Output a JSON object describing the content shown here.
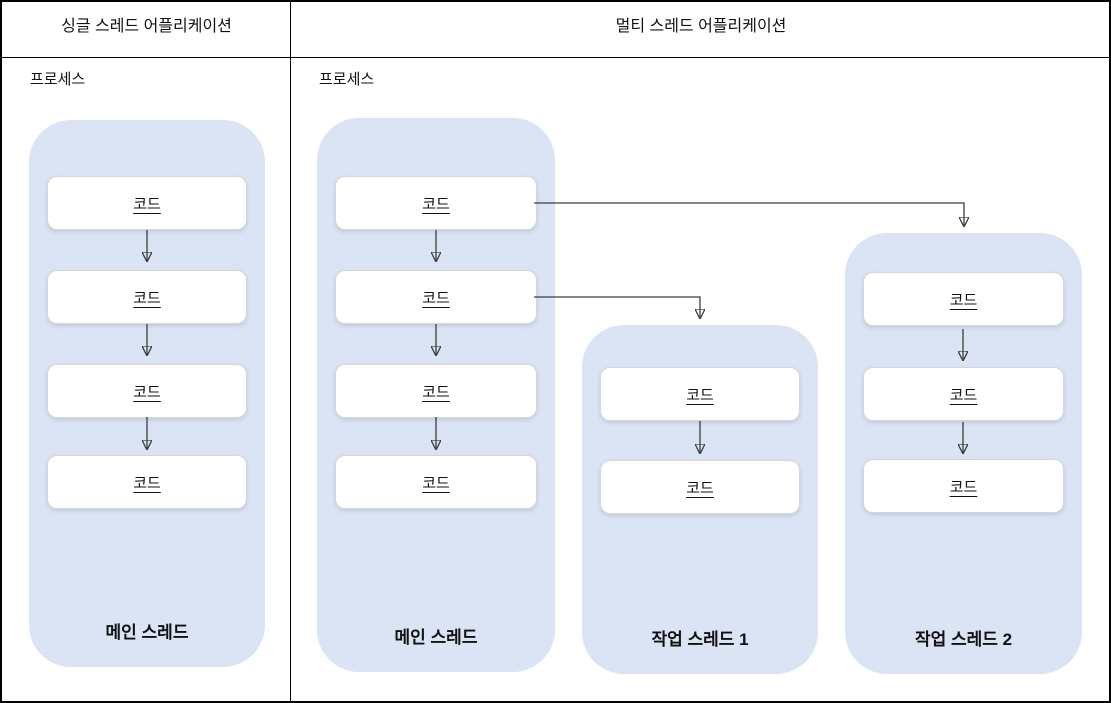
{
  "header": {
    "left_title": "싱글 스레드 어플리케이션",
    "right_title": "멀티 스레드 어플리케이션"
  },
  "left_panel": {
    "process_label": "프로세스",
    "threads": [
      {
        "label": "메인 스레드",
        "boxes": [
          "코드",
          "코드",
          "코드",
          "코드"
        ]
      }
    ]
  },
  "right_panel": {
    "process_label": "프로세스",
    "threads": [
      {
        "label": "메인 스레드",
        "boxes": [
          "코드",
          "코드",
          "코드",
          "코드"
        ]
      },
      {
        "label": "작업 스레드 1",
        "boxes": [
          "코드",
          "코드"
        ]
      },
      {
        "label": "작업 스레드 2",
        "boxes": [
          "코드",
          "코드",
          "코드"
        ]
      }
    ]
  },
  "colors": {
    "thread_container_fill": "#dbe4f4",
    "code_box_fill": "#ffffff",
    "code_box_border": "#d6d6d6",
    "arrow": "#3c3c3c",
    "frame_border": "#000000",
    "text": "#111111"
  }
}
